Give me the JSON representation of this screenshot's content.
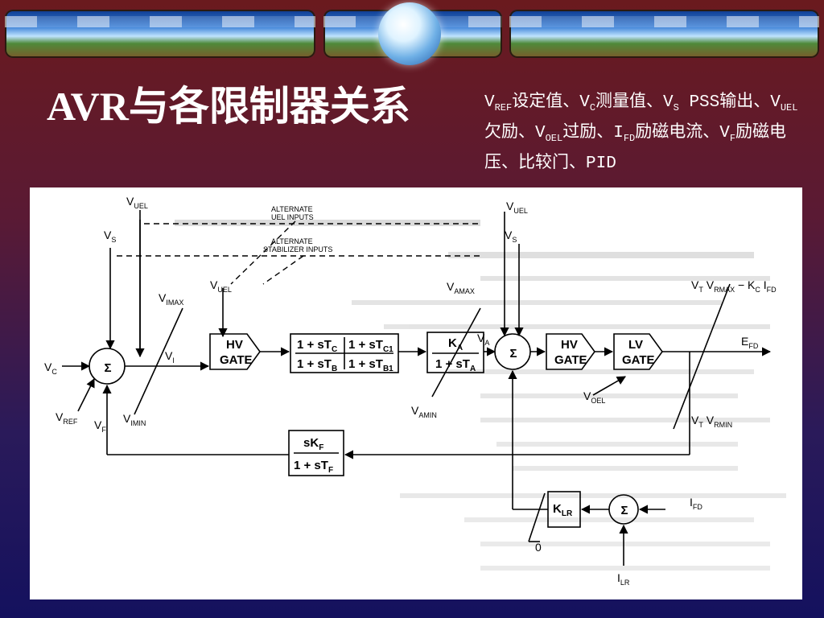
{
  "title": "AVR与各限制器关系",
  "legend": {
    "p1": "V",
    "s1": "REF",
    "p2": "设定值、V",
    "s2": "C",
    "p3": "测量值、V",
    "s3": "S",
    "p4": " PSS输出、V",
    "s4": "UEL",
    "p5": "欠励、V",
    "s5": "OEL",
    "p6": "过励、I",
    "s6": "FD",
    "p7": "励磁电流、V",
    "s7": "F",
    "p8": "励磁电压、比较门、PID"
  },
  "diagram": {
    "inputs": {
      "vuel_top": "V",
      "vuel_top_sub": "UEL",
      "vs_left": "V",
      "vs_left_sub": "S",
      "vc": "V",
      "vc_sub": "C",
      "vref": "V",
      "vref_sub": "REF",
      "vf": "V",
      "vf_sub": "F",
      "vuel_top2": "V",
      "vuel_top2_sub": "UEL",
      "vs_right": "V",
      "vs_right_sub": "S",
      "ifd": "I",
      "ifd_sub": "FD",
      "ilr": "I",
      "ilr_sub": "LR",
      "zero": "0"
    },
    "annotations": {
      "alt_uel_1": "ALTERNATE",
      "alt_uel_2": "UEL INPUTS",
      "alt_stab_1": "ALTERNATE",
      "alt_stab_2": "STABILIZER INPUTS"
    },
    "limits": {
      "vimax": "V",
      "vimax_sub": "IMAX",
      "vimin": "V",
      "vimin_sub": "IMIN",
      "vi": "V",
      "vi_sub": "I",
      "vamax": "V",
      "vamax_sub": "AMAX",
      "vamin": "V",
      "vamin_sub": "AMIN",
      "va": "V",
      "va_sub": "A",
      "vuel_mid": "V",
      "vuel_mid_sub": "UEL",
      "voel": "V",
      "voel_sub": "OEL",
      "vrmax": "V",
      "vrmax_sub1": "T",
      "vrmax_mid": " V",
      "vrmax_sub2": "RMAX",
      "vrmax_rest": " − K",
      "vrmax_sub3": "C",
      "vrmax_i": " I",
      "vrmax_sub4": "FD",
      "vrmin": "V",
      "vrmin_sub1": "T",
      "vrmin_mid": " V",
      "vrmin_sub2": "RMIN",
      "efd": "E",
      "efd_sub": "FD"
    },
    "blocks": {
      "sum": "Σ",
      "hv_gate": [
        "HV",
        "GATE"
      ],
      "lv_gate": [
        "LV",
        "GATE"
      ],
      "lead1_num": "1 + sT",
      "lead1_num_sub": "C",
      "lead1_den": "1 + sT",
      "lead1_den_sub": "B",
      "lead2_num": "1 + sT",
      "lead2_num_sub": "C1",
      "lead2_den": "1 + sT",
      "lead2_den_sub": "B1",
      "ka_num": "K",
      "ka_num_sub": "A",
      "ka_den": "1 + sT",
      "ka_den_sub": "A",
      "kf_num": "sK",
      "kf_num_sub": "F",
      "kf_den": "1 + sT",
      "kf_den_sub": "F",
      "klr": "K",
      "klr_sub": "LR"
    }
  }
}
